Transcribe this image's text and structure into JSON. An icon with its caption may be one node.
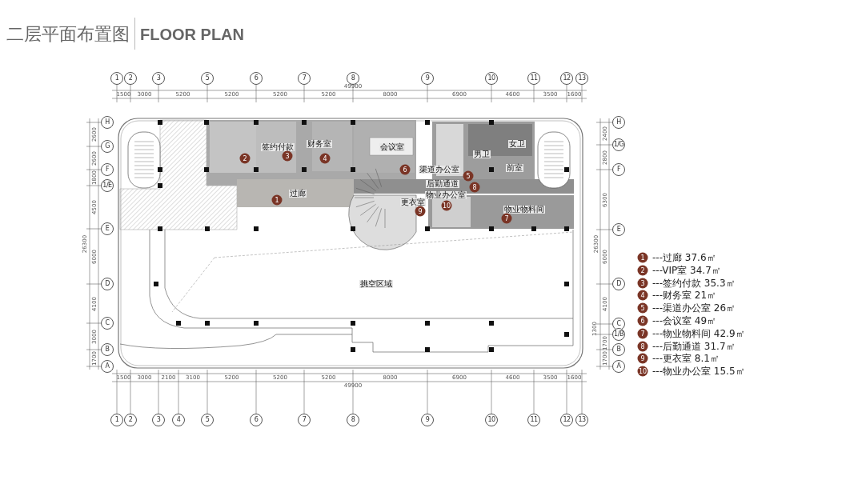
{
  "diagram": {
    "title": "二层平面布置图",
    "labels": [
      "FLOOR PLAN",
      "1",
      "2",
      "3",
      "5",
      "6",
      "7",
      "8",
      "9",
      "10",
      "11",
      "12",
      "13",
      "49900",
      "1500",
      "3000",
      "5200",
      "5200",
      "5200",
      "5200",
      "8000",
      "6900",
      "4600",
      "3500",
      "1600",
      "H",
      "G",
      "F",
      "1/E",
      "E",
      "D",
      "C",
      "B",
      "A",
      "2600",
      "2600",
      "1800",
      "4500",
      "6000",
      "4100",
      "3000",
      "1700",
      "26300",
      "H",
      "1/G",
      "F",
      "E",
      "D",
      "C",
      "1/B",
      "B",
      "A",
      "2400",
      "2800",
      "6300",
      "6000",
      "4100",
      "1300",
      "1700",
      "1700",
      "26300",
      "签约付款",
      "财务室",
      "会议室",
      "女卫",
      "男卫",
      "渠道办公室",
      "前室",
      "后勤通道",
      "过廊",
      "物业办公室",
      "更衣室",
      "物业物料间",
      "挑空区域",
      "1",
      "2",
      "3",
      "4",
      "5",
      "6",
      "7",
      "8",
      "9",
      "10",
      "1500",
      "3000",
      "2100",
      "3100",
      "5200",
      "5200",
      "5200",
      "8000",
      "6900",
      "4600",
      "3500",
      "1600",
      "49900",
      "1",
      "2",
      "3",
      "4",
      "5",
      "6",
      "7",
      "8",
      "9",
      "10",
      "11",
      "12",
      "13",
      "1",
      "2",
      "3",
      "4",
      "5",
      "6",
      "7",
      "8",
      "9",
      "10"
    ],
    "legend": [
      {
        "text": "---过廊 37.6㎡",
        "color": "#7a3526"
      },
      {
        "text": "---VIP室 34.7㎡",
        "color": "#7a3526"
      },
      {
        "text": "---签约付款 35.3㎡",
        "color": "#7a3526"
      },
      {
        "text": "---财务室 21㎡",
        "color": "#7a3526"
      },
      {
        "text": "---渠道办公室 26㎡",
        "color": "#7a3526"
      },
      {
        "text": "---会议室 49㎡",
        "color": "#7a3526"
      },
      {
        "text": "---物业物料间 42.9㎡",
        "color": "#7a3526"
      },
      {
        "text": "---后勤通道 31.7㎡",
        "color": "#7a3526"
      },
      {
        "text": "---更衣室 8.1㎡",
        "color": "#7a3526"
      },
      {
        "text": "---物业办公室 15.5㎡",
        "color": "#7a3526"
      }
    ]
  }
}
